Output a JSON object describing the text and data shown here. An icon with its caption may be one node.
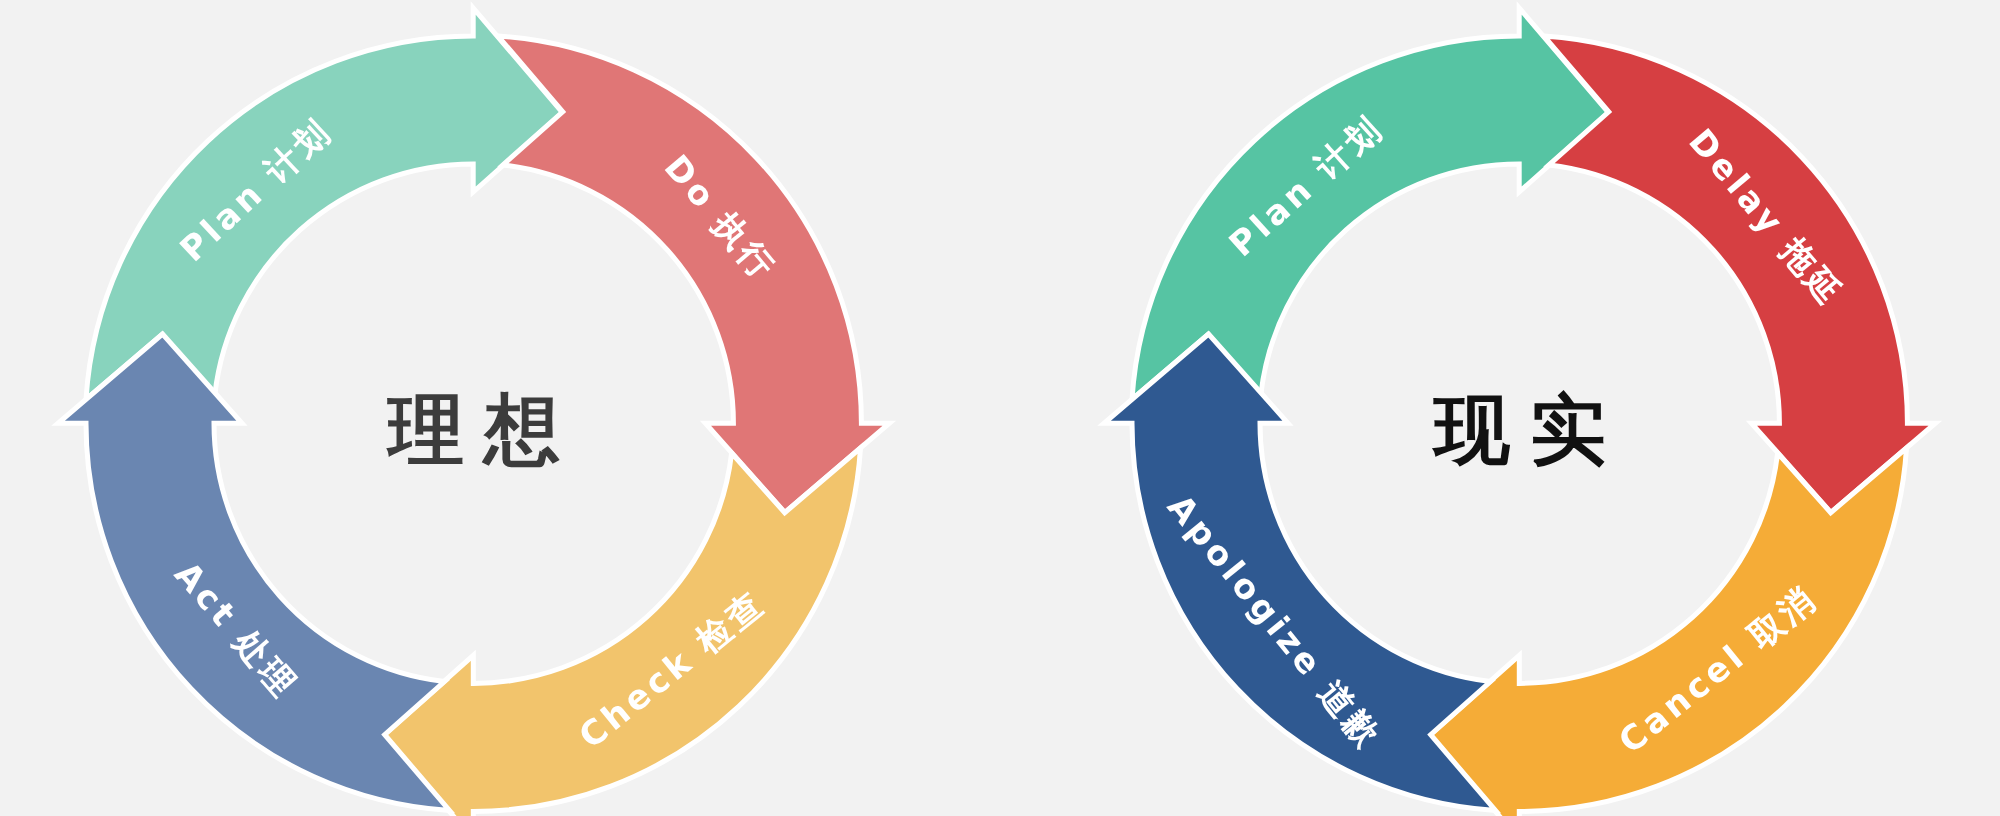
{
  "diagram": {
    "nodes": [
      {
        "text": [
          "Plan 计划"
        ]
      },
      {
        "text": [
          "Do 执行"
        ]
      },
      {
        "text": [
          "Check 检查"
        ]
      },
      {
        "text": [
          "Act 处理"
        ]
      },
      {
        "text": [
          "Plan 计划"
        ]
      },
      {
        "text": [
          "Delay 拖延"
        ]
      },
      {
        "text": [
          "Cancel 取消"
        ]
      },
      {
        "text": [
          "Apologize 道歉"
        ]
      }
    ],
    "labels": [
      "理想",
      "现实"
    ]
  }
}
